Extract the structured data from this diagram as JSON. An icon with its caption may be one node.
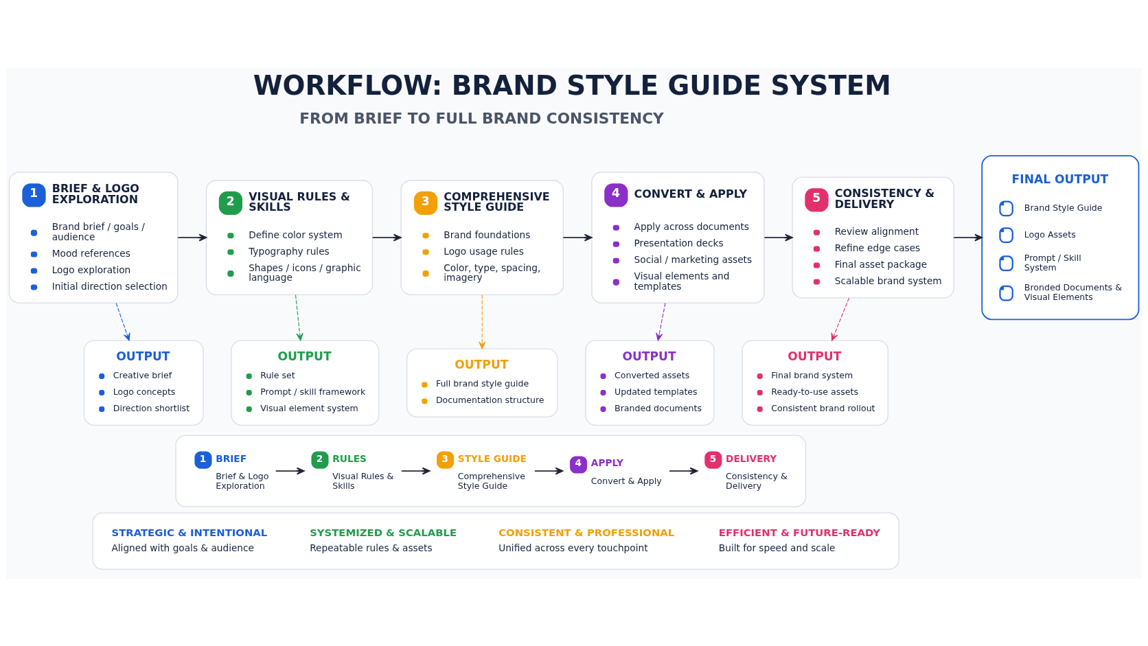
{
  "diagram": {
    "title": "WORKFLOW: BRAND STYLE GUIDE SYSTEM",
    "nodes": [
      {
        "text": [
          "1",
          "BRIEF & LOGO EXPLORATION",
          "Brand brief / goals / audience",
          "Mood references",
          "Logo exploration",
          "Initial direction selection"
        ]
      },
      {
        "text": [
          "2",
          "VISUAL RULES & SKILLS",
          "Define color system",
          "Typography rules",
          "Shapes / icons / graphic language"
        ]
      },
      {
        "text": [
          "3",
          "COMPREHENSIVE STYLE GUIDE",
          "Brand foundations",
          "Logo usage rules",
          "Color, type, spacing, imagery"
        ]
      },
      {
        "text": [
          "4",
          "CONVERT & APPLY",
          "Apply across documents",
          "Presentation decks",
          "Social / marketing assets",
          "Visual elements and templates"
        ]
      },
      {
        "text": [
          "5",
          "CONSISTENCY & DELIVERY",
          "Review alignment",
          "Refine edge cases",
          "Final asset package",
          "Scalable brand system"
        ]
      },
      {
        "text": [
          "FINAL OUTPUT",
          "Brand Style Guide",
          "Logo Assets",
          "Prompt / Skill System",
          "Bronded Documents & Visual Elements"
        ]
      },
      {
        "text": [
          "OUTPUT",
          "Creative brief",
          "Logo concepts",
          "Direction shortlist"
        ]
      },
      {
        "text": [
          "OUTPUT",
          "Rule set",
          "Prompt / skill framework",
          "Visual element system"
        ]
      },
      {
        "text": [
          "OUTPUT",
          "Full brand style guide",
          "Documentation structure"
        ]
      },
      {
        "text": [
          "OUTPUT",
          "Converted assets",
          "Updated templates",
          "Branded documents"
        ]
      },
      {
        "text": [
          "OUTPUT",
          "Final brand system",
          "Ready-to-use assets",
          "Consistent brand rollout"
        ]
      },
      {
        "text": [],
        "shape": "box"
      },
      {
        "text": [
          "1",
          "BRIEF",
          "Brief & Logo Exploration"
        ],
        "in": 11
      },
      {
        "text": [
          "2",
          "RULES",
          "Visual Rules & Skills"
        ],
        "in": 11
      },
      {
        "text": [
          "3",
          "STYLE GUIDE",
          "Comprehensive Style Guide"
        ],
        "in": 11
      },
      {
        "text": [
          "4",
          "APPLY",
          "Convert & Apply"
        ],
        "in": 11
      },
      {
        "text": [
          "5",
          "DELIVERY",
          "Consistency & Delivery"
        ],
        "in": 11
      },
      {
        "text": [],
        "shape": "box"
      },
      {
        "text": [
          "STRATEGIC & INTENTIONAL",
          "Aligned with goals & audience"
        ],
        "in": 17
      },
      {
        "text": [
          "SYSTEMIZED & SCALABLE",
          "Repeatable rules & assets"
        ],
        "in": 17
      },
      {
        "text": [
          "CONSISTENT & PROFESSIONAL",
          "Unified across every touchpoint"
        ],
        "in": 17
      },
      {
        "text": [
          "EFFICIENT & FUTURE-READY",
          "Built for speed and scale"
        ],
        "in": 17
      }
    ],
    "edges": [
      {
        "from": 0,
        "to": 1,
        "arrow": "to"
      },
      {
        "from": 1,
        "to": 2,
        "arrow": "to"
      },
      {
        "from": 2,
        "to": 3,
        "arrow": "to"
      },
      {
        "from": 3,
        "to": 4,
        "arrow": "to"
      },
      {
        "from": 4,
        "to": 5,
        "arrow": "to"
      },
      {
        "from": 0,
        "to": 6,
        "arrow": "to",
        "style": "dashed",
        "color": "#1b5fd9"
      },
      {
        "from": 1,
        "to": 7,
        "arrow": "to",
        "style": "dashed",
        "color": "#1f9d4c"
      },
      {
        "from": 2,
        "to": 8,
        "arrow": "to",
        "style": "dashed",
        "color": "#f2a007"
      },
      {
        "from": 3,
        "to": 9,
        "arrow": "to",
        "style": "dashed",
        "color": "#8a30c8"
      },
      {
        "from": 4,
        "to": 10,
        "arrow": "to",
        "style": "dashed",
        "color": "#e2306c"
      },
      {
        "from": 12,
        "to": 13,
        "arrow": "to"
      },
      {
        "from": 13,
        "to": 14,
        "arrow": "to"
      },
      {
        "from": 14,
        "to": 15,
        "arrow": "to"
      },
      {
        "from": 15,
        "to": 16,
        "arrow": "to"
      }
    ],
    "labels": [
      "FROM BRIEF TO FULL BRAND CONSISTENCY"
    ]
  }
}
